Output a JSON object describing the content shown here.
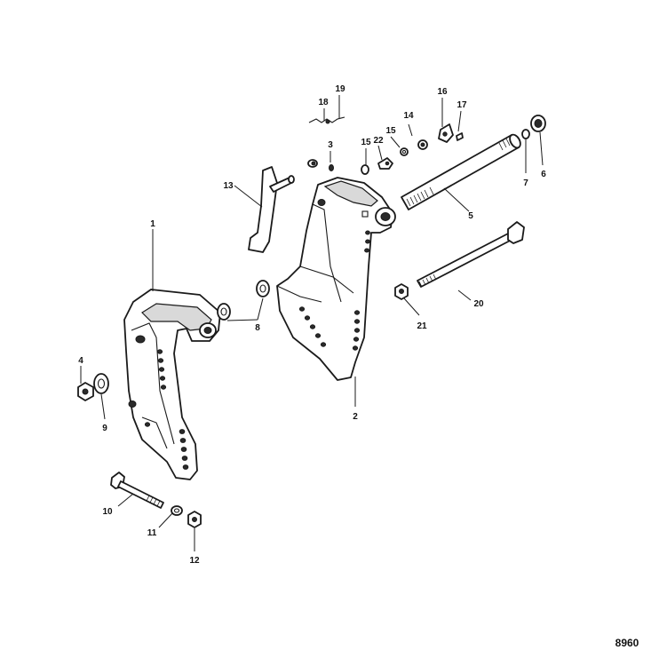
{
  "figure_number": "8960",
  "callouts": [
    "1",
    "2",
    "3",
    "4",
    "5",
    "6",
    "7",
    "8",
    "9",
    "10",
    "11",
    "12",
    "13",
    "14",
    "15",
    "15",
    "16",
    "17",
    "18",
    "19",
    "20",
    "21",
    "22"
  ]
}
